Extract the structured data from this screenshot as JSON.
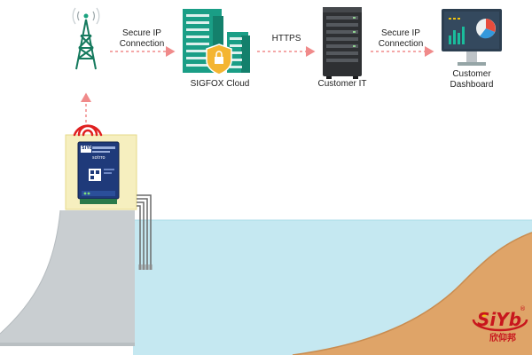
{
  "diagram": {
    "nodes": {
      "tower": {
        "icon": "cell-tower-icon"
      },
      "cloud": {
        "label": "SIGFOX Cloud",
        "icon": "cloud-building-lock-icon"
      },
      "customer_it": {
        "label": "Customer IT",
        "icon": "server-rack-icon"
      },
      "dashboard": {
        "label_line1": "Customer",
        "label_line2": "Dashboard",
        "icon": "monitor-dashboard-icon"
      }
    },
    "links": [
      {
        "from": "tower",
        "to": "cloud",
        "line1": "Secure IP",
        "line2": "Connection"
      },
      {
        "from": "cloud",
        "to": "customer_it",
        "line1": "HTTPS"
      },
      {
        "from": "customer_it",
        "to": "dashboard",
        "line1": "Secure IP",
        "line2": "Connection"
      }
    ],
    "device": {
      "brand_badge": "SiYb",
      "model": "sotrro"
    }
  },
  "logo": {
    "mark": "SiYb",
    "chinese": "欣仰邦",
    "registered": "®"
  },
  "colors": {
    "arrow": "#f08a8a",
    "water": "#bfe6f0",
    "dam": "#c8cdd0",
    "bank": "#d9a066",
    "building": "#1a9e86",
    "logo_red": "#c8161d"
  }
}
